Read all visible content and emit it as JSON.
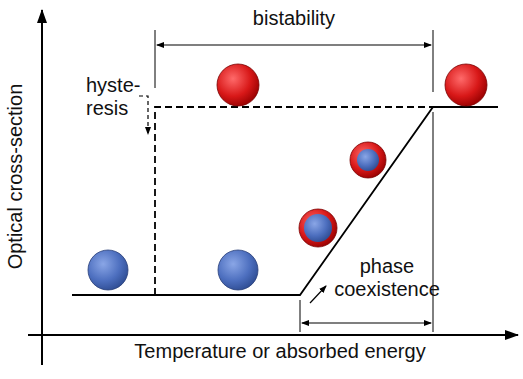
{
  "diagram": {
    "labels": [
      "bistability",
      "hyste- resis",
      "phase coexistence",
      "Optical cross-section",
      "Temperature or absorbed energy"
    ]
  }
}
